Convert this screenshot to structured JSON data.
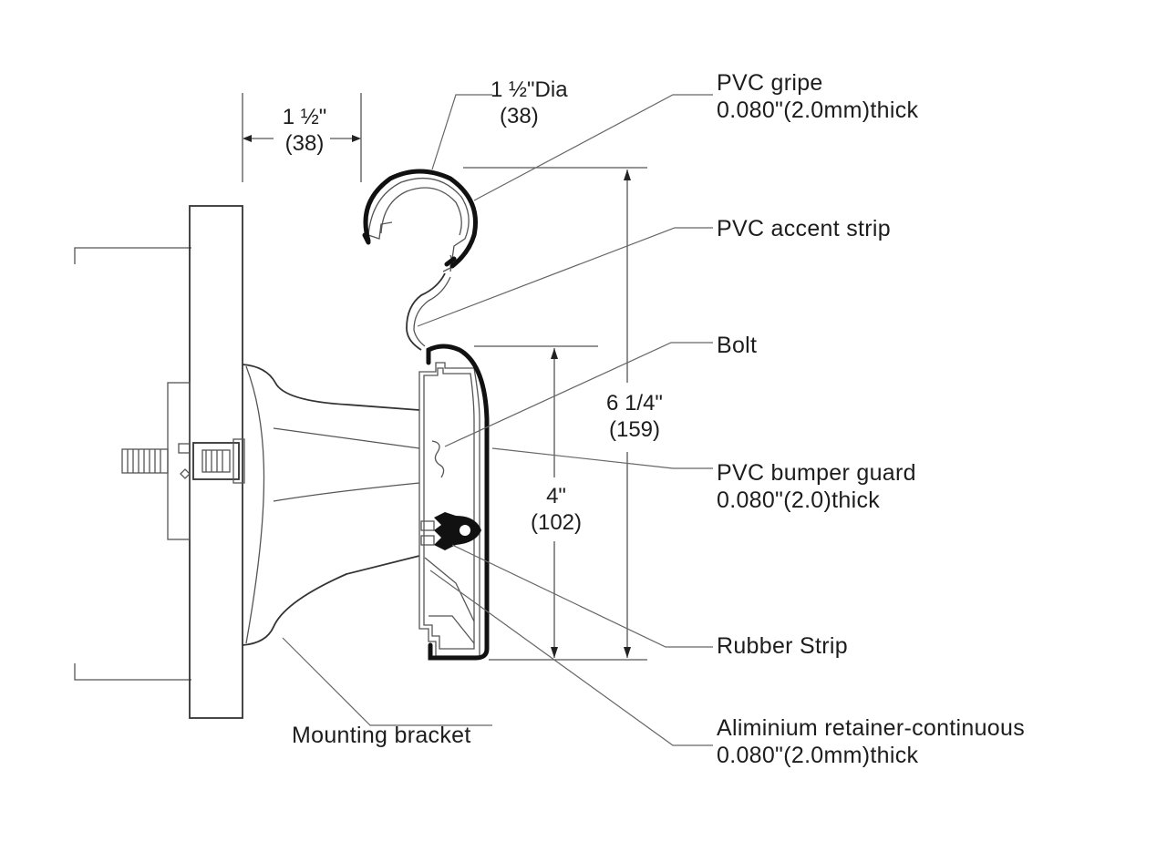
{
  "labels": {
    "pvc_gripe": [
      "PVC gripe",
      "0.080\"(2.0mm)thick"
    ],
    "pvc_accent_strip": [
      "PVC accent strip"
    ],
    "bolt": [
      "Bolt"
    ],
    "pvc_bumper_guard": [
      "PVC bumper guard",
      "0.080\"(2.0)thick"
    ],
    "rubber_strip": [
      "Rubber Strip"
    ],
    "aluminium_retainer": [
      "Aliminium retainer-continuous",
      "0.080\"(2.0mm)thick"
    ],
    "mounting_bracket": [
      "Mounting bracket"
    ]
  },
  "dimensions": {
    "standoff": [
      "1 ½\"",
      "(38)"
    ],
    "rail_dia": [
      "1 ½\"Dia",
      "(38)"
    ],
    "overall_height": [
      "6 1/4\"",
      "(159)"
    ],
    "bumper_height": [
      "4\"",
      "(102)"
    ]
  }
}
